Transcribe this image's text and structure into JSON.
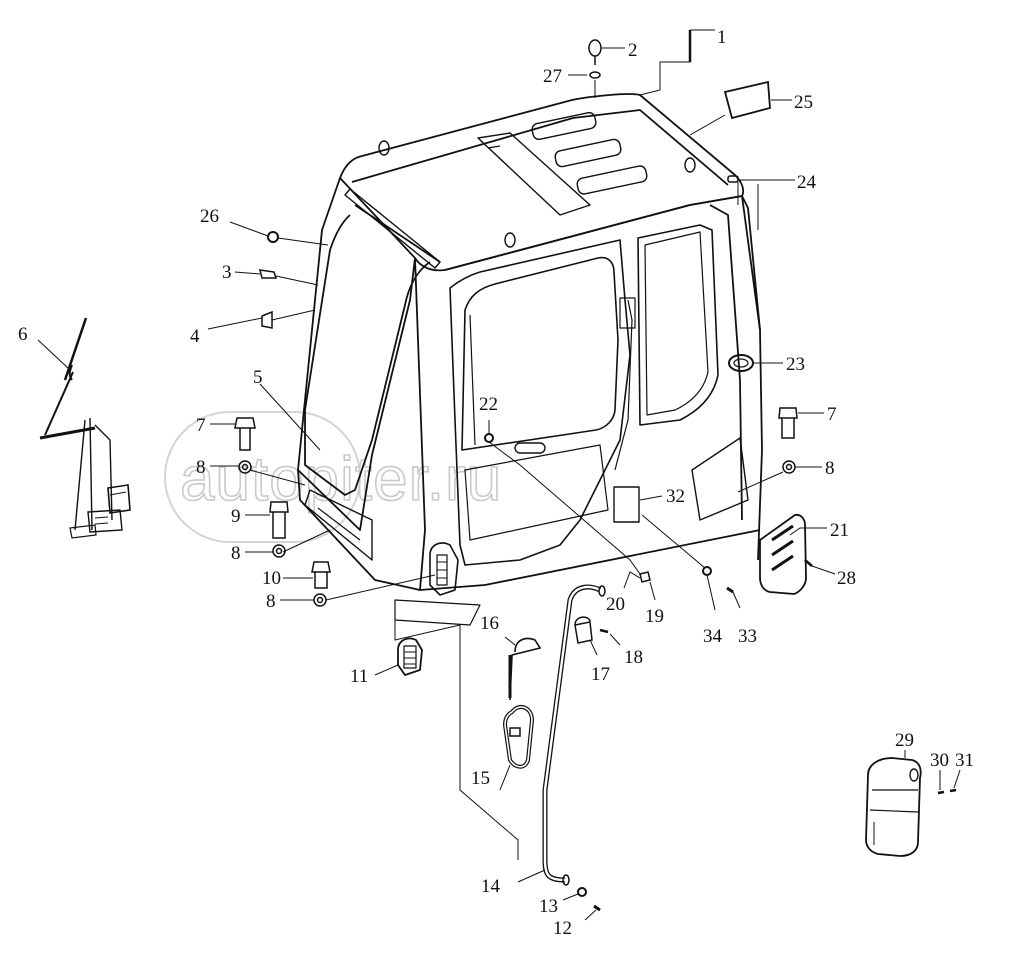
{
  "watermark": "autopiter.ru",
  "callouts": [
    "1",
    "2",
    "27",
    "25",
    "24",
    "26",
    "3",
    "4",
    "6",
    "5",
    "7",
    "8",
    "9",
    "8",
    "10",
    "8",
    "22",
    "23",
    "7",
    "8",
    "32",
    "21",
    "28",
    "20",
    "19",
    "34",
    "33",
    "16",
    "17",
    "18",
    "11",
    "15",
    "14",
    "13",
    "12",
    "29",
    "30",
    "31"
  ]
}
